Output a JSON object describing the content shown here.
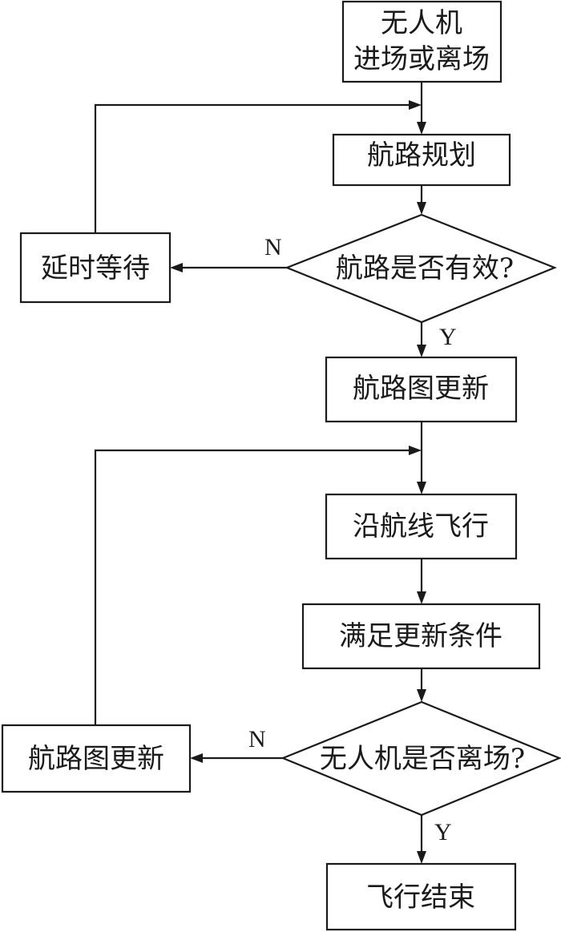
{
  "nodes": {
    "start_line1": "无人机",
    "start_line2": "进场或离场",
    "route_planning": "航路规划",
    "route_valid": "航路是否有效?",
    "delay_wait": "延时等待",
    "map_update_1": "航路图更新",
    "fly_along": "沿航线飞行",
    "update_condition": "满足更新条件",
    "uav_departed": "无人机是否离场?",
    "map_update_2": "航路图更新",
    "flight_end": "飞行结束"
  },
  "labels": {
    "valid_no": "N",
    "valid_yes": "Y",
    "departed_no": "N",
    "departed_yes": "Y"
  }
}
